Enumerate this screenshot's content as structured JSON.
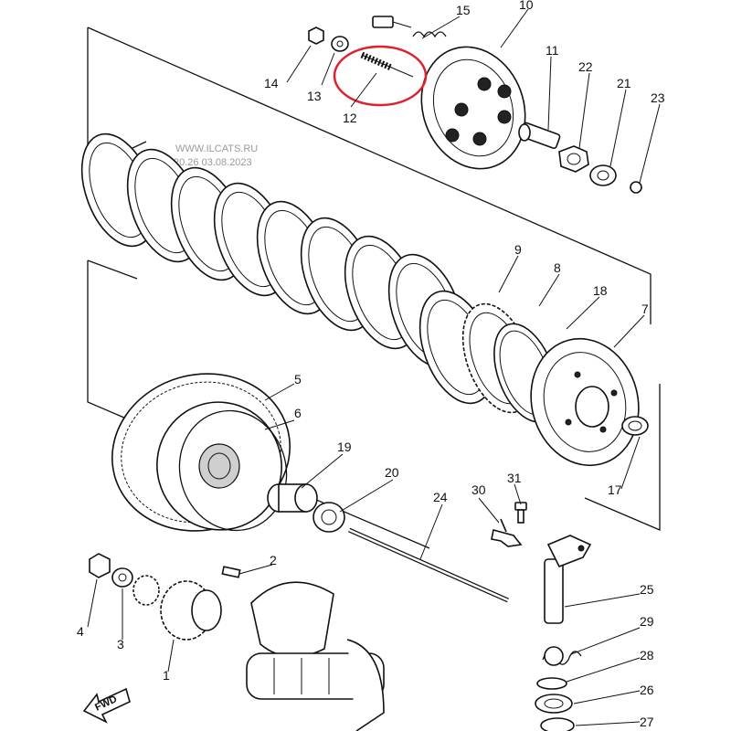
{
  "watermark": {
    "line1": "WWW.ILCATS.RU",
    "line2": "20.26 03.08.2023"
  },
  "fwd_label": "FWD",
  "highlight_color": "#e0202a",
  "callouts": [
    {
      "id": "1",
      "text": "1"
    },
    {
      "id": "2",
      "text": "2"
    },
    {
      "id": "3",
      "text": "3"
    },
    {
      "id": "4",
      "text": "4"
    },
    {
      "id": "5",
      "text": "5"
    },
    {
      "id": "6",
      "text": "6"
    },
    {
      "id": "7",
      "text": "7"
    },
    {
      "id": "8",
      "text": "8"
    },
    {
      "id": "9",
      "text": "9"
    },
    {
      "id": "10",
      "text": "10"
    },
    {
      "id": "11",
      "text": "11"
    },
    {
      "id": "12",
      "text": "12"
    },
    {
      "id": "13",
      "text": "13"
    },
    {
      "id": "14",
      "text": "14"
    },
    {
      "id": "15",
      "text": "15"
    },
    {
      "id": "17",
      "text": "17"
    },
    {
      "id": "18",
      "text": "18"
    },
    {
      "id": "19",
      "text": "19"
    },
    {
      "id": "20",
      "text": "20"
    },
    {
      "id": "21",
      "text": "21"
    },
    {
      "id": "22",
      "text": "22"
    },
    {
      "id": "23",
      "text": "23"
    },
    {
      "id": "24",
      "text": "24"
    },
    {
      "id": "25",
      "text": "25"
    },
    {
      "id": "26",
      "text": "26"
    },
    {
      "id": "27",
      "text": "27"
    },
    {
      "id": "28",
      "text": "28"
    },
    {
      "id": "29",
      "text": "29"
    },
    {
      "id": "30",
      "text": "30"
    },
    {
      "id": "31",
      "text": "31"
    }
  ]
}
